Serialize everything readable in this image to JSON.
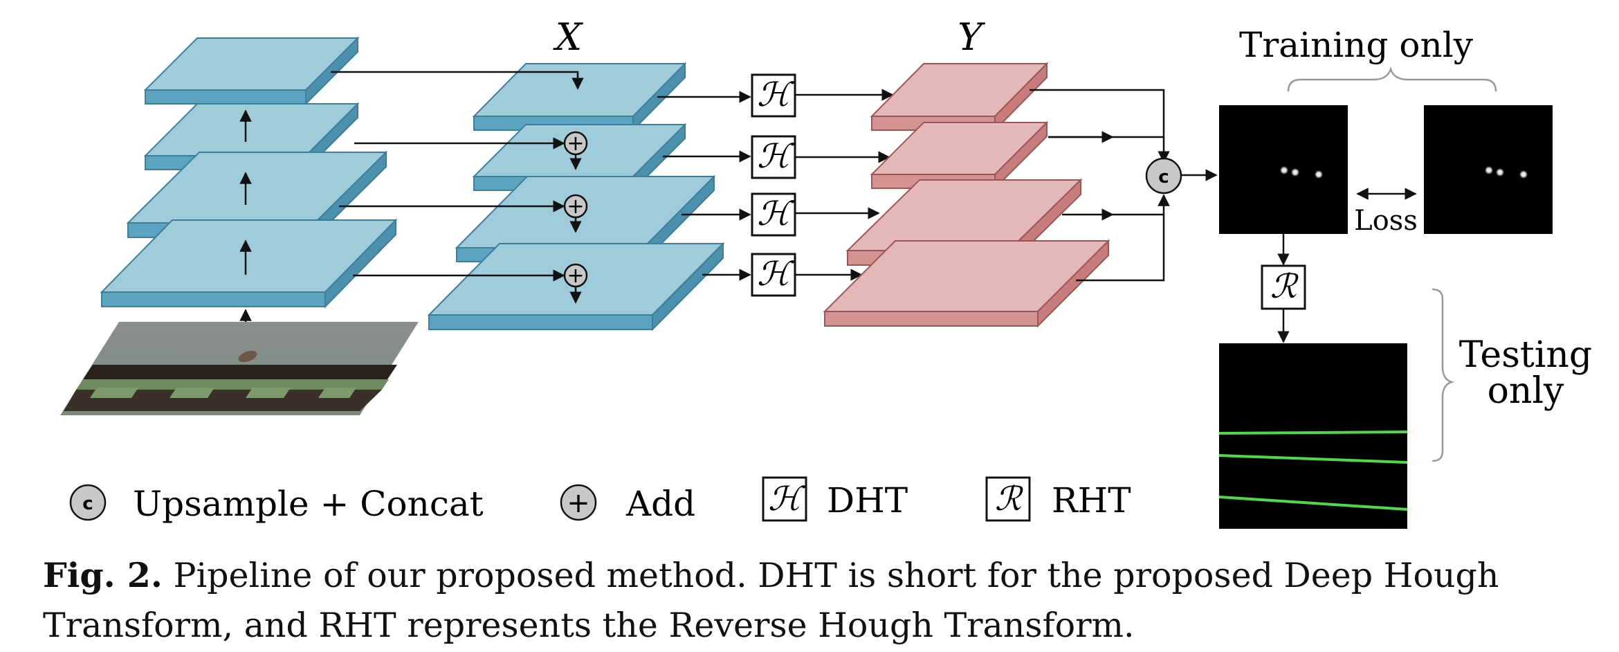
{
  "labels": {
    "x_label": "X",
    "y_label": "Y",
    "h_symbol": "ℋ",
    "r_symbol": "ℛ",
    "concat_symbol": "c",
    "add_symbol": "+",
    "loss": "Loss",
    "training_only": "Training only",
    "testing_only_line1": "Testing",
    "testing_only_line2": "only"
  },
  "legend": {
    "concat": "Upsample + Concat",
    "add": "Add",
    "dht": "DHT",
    "rht": "RHT"
  },
  "caption": {
    "prefix": "Fig. 2.",
    "line1": "Pipeline of our proposed method. DHT is short for the proposed Deep Hough",
    "line2": "Transform, and RHT represents the Reverse Hough Transform."
  },
  "colors": {
    "blue_top": "#a0cbdb",
    "blue_side": "#5aa3c1",
    "pink_top": "#e4b8b8",
    "pink_side": "#c97c7c",
    "circle_fill": "#c8c8c8",
    "line_green": "#4fd84a",
    "image_black": "#000000"
  }
}
